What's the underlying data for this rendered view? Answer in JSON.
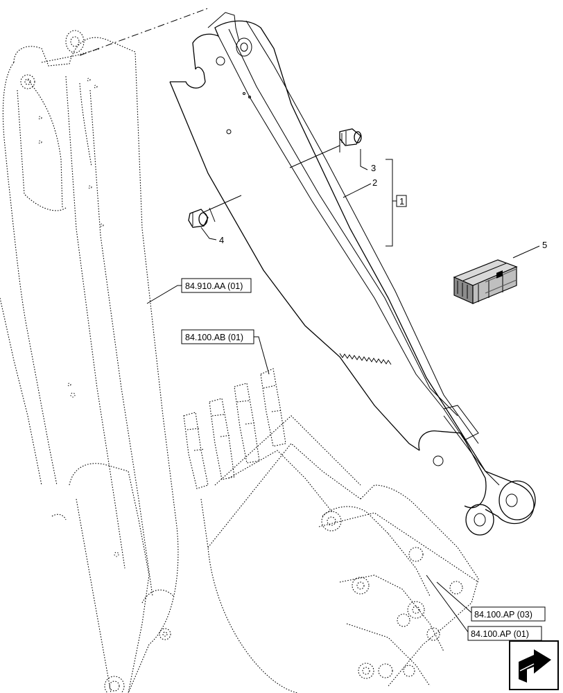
{
  "callouts": {
    "c1": "1",
    "c2": "2",
    "c3": "3",
    "c4": "4",
    "c5": "5"
  },
  "references": {
    "r1": "84.910.AA (01)",
    "r2": "84.100.AB (01)",
    "r3": "84.100.AP (03)",
    "r4": "84.100.AP (01)"
  },
  "icons": {
    "nav": "arrow-navigation-icon",
    "kit": "parts-kit-box-icon"
  }
}
